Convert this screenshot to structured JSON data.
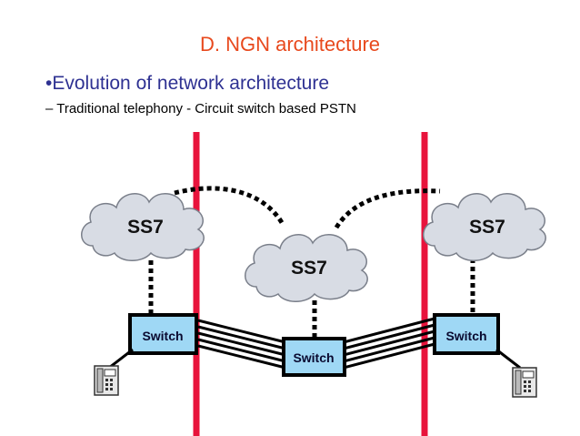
{
  "slide": {
    "title": "D. NGN architecture",
    "bullet": "•Evolution of network architecture",
    "subtitle": "– Traditional telephony - Circuit switch based PSTN"
  },
  "diagram": {
    "clouds": [
      {
        "label": "SS7"
      },
      {
        "label": "SS7"
      },
      {
        "label": "SS7"
      }
    ],
    "switches": [
      {
        "label": "Switch"
      },
      {
        "label": "Switch"
      },
      {
        "label": "Switch"
      }
    ],
    "colors": {
      "boundary": "#e8133c",
      "cloud": "#d8dce4",
      "switch": "#9fd8f5",
      "title": "#e8491d",
      "bullet": "#2e3192"
    },
    "icons": [
      "telephone-icon",
      "telephone-icon"
    ]
  }
}
